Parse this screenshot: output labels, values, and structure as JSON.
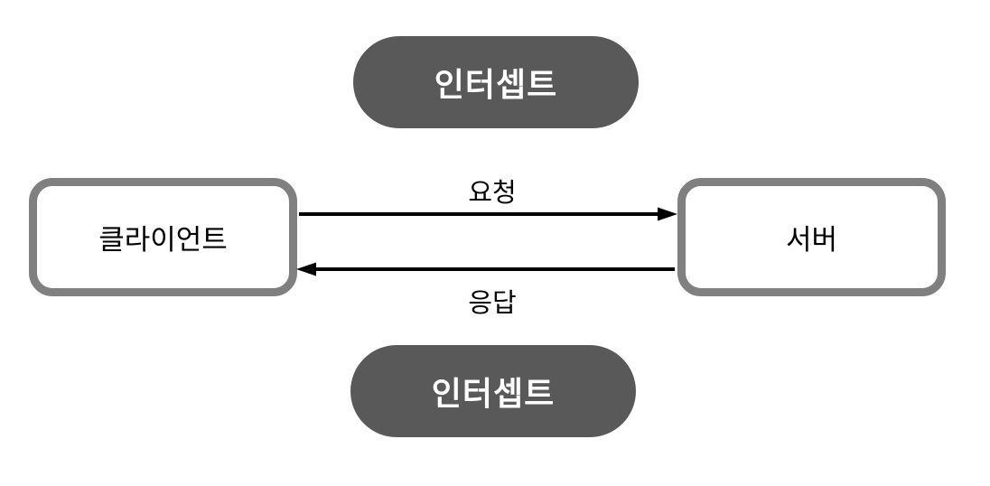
{
  "diagram": {
    "title_semantic": "client-server request/response interception diagram",
    "colors": {
      "background": "#ffffff",
      "pill_fill": "#595959",
      "pill_text": "#ffffff",
      "node_border": "#808080",
      "node_fill": "#ffffff",
      "arrow": "#000000",
      "label_text": "#000000"
    },
    "intercept_top": {
      "label": "인터셉트"
    },
    "intercept_bottom": {
      "label": "인터셉트"
    },
    "client_node": {
      "label": "클라이언트"
    },
    "server_node": {
      "label": "서버"
    },
    "request_arrow": {
      "label": "요청",
      "direction": "client-to-server"
    },
    "response_arrow": {
      "label": "응답",
      "direction": "server-to-client"
    }
  }
}
